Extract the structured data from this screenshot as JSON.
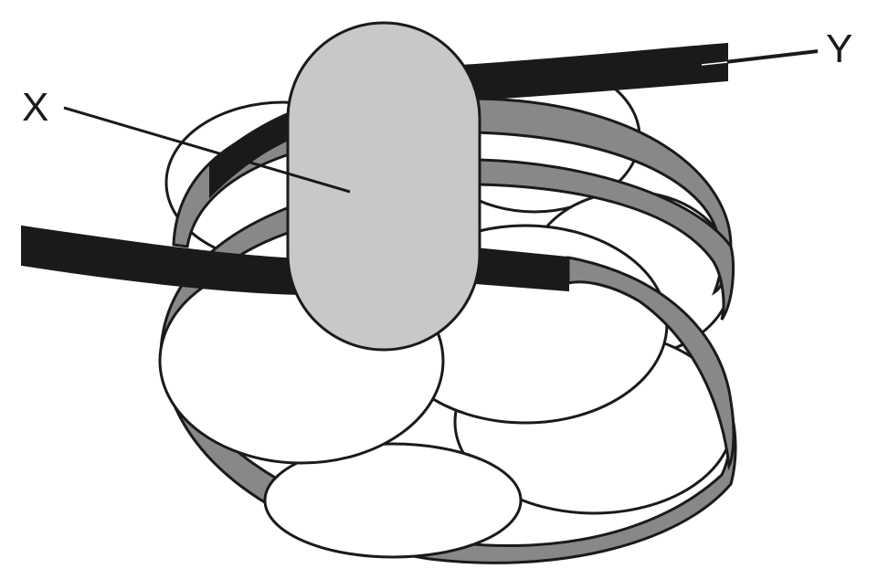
{
  "labels": {
    "x": "X",
    "y": "Y"
  },
  "colors": {
    "outline": "#1a1a1a",
    "cable": "#1a1a1a",
    "band": "#888888",
    "capsule": "#c8c8c8",
    "lobe": "#ffffff"
  },
  "icons": {
    "capsule": "rounded-capsule-shape",
    "lobes": "petal-lobes",
    "band": "gray-wrapping-band",
    "cable": "black-strap"
  }
}
